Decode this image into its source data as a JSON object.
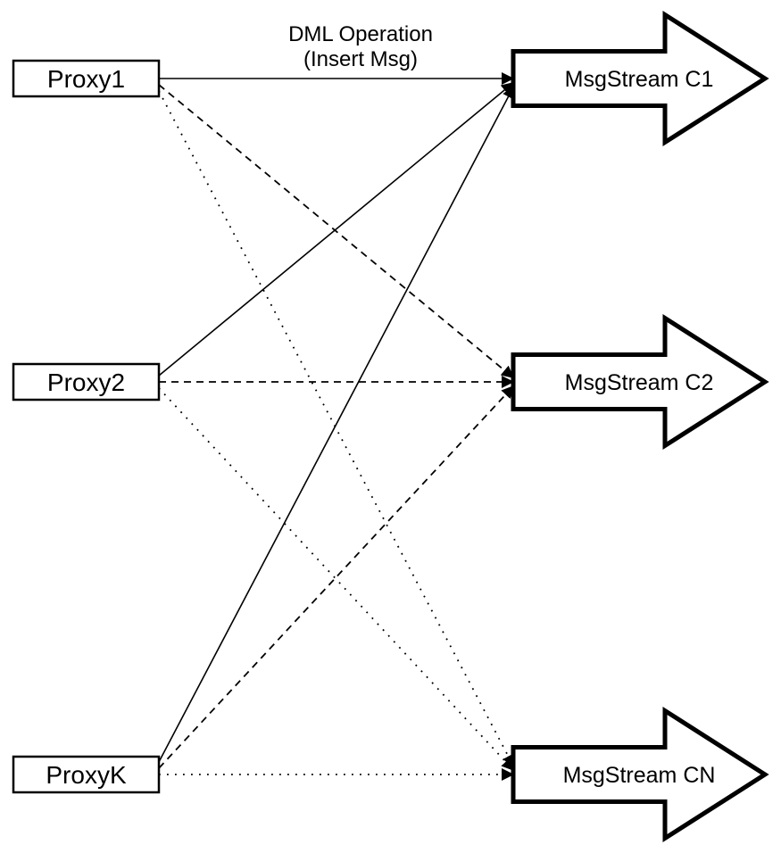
{
  "diagram": {
    "title_line1": "DML Operation",
    "title_line2": "(Insert Msg)",
    "background_color": "#ffffff",
    "stroke_color": "#000000",
    "fill_color": "#ffffff",
    "proxies": [
      {
        "id": "proxy1",
        "label": "Proxy1"
      },
      {
        "id": "proxy2",
        "label": "Proxy2"
      },
      {
        "id": "proxyk",
        "label": "ProxyK"
      }
    ],
    "streams": [
      {
        "id": "c1",
        "label": "MsgStream C1"
      },
      {
        "id": "c2",
        "label": "MsgStream C2"
      },
      {
        "id": "cn",
        "label": "MsgStream CN"
      }
    ],
    "edges": [
      {
        "from": "proxy1",
        "to": "c1",
        "line_style": "solid"
      },
      {
        "from": "proxy1",
        "to": "c2",
        "line_style": "dashed"
      },
      {
        "from": "proxy1",
        "to": "cn",
        "line_style": "dotted"
      },
      {
        "from": "proxy2",
        "to": "c1",
        "line_style": "solid"
      },
      {
        "from": "proxy2",
        "to": "c2",
        "line_style": "dashed"
      },
      {
        "from": "proxy2",
        "to": "cn",
        "line_style": "dotted"
      },
      {
        "from": "proxyk",
        "to": "c1",
        "line_style": "solid"
      },
      {
        "from": "proxyk",
        "to": "c2",
        "line_style": "dashed"
      },
      {
        "from": "proxyk",
        "to": "cn",
        "line_style": "dotted"
      }
    ]
  }
}
